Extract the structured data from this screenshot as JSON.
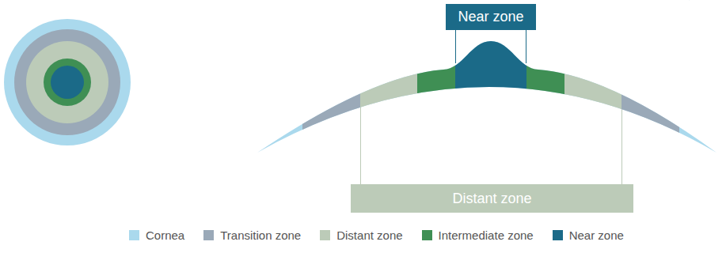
{
  "diagram": {
    "nodes": [
      {
        "text": [
          "Near zone"
        ]
      },
      {
        "text": [
          "Distant zone"
        ]
      }
    ],
    "legend": [
      {
        "text": "Cornea",
        "color": "#aad9ed"
      },
      {
        "text": "Transition zone",
        "color": "#9aa9b8"
      },
      {
        "text": "Distant zone",
        "color": "#bccbb8"
      },
      {
        "text": "Intermediate zone",
        "color": "#3f8f54"
      },
      {
        "text": "Near zone",
        "color": "#1b6a88"
      }
    ]
  }
}
